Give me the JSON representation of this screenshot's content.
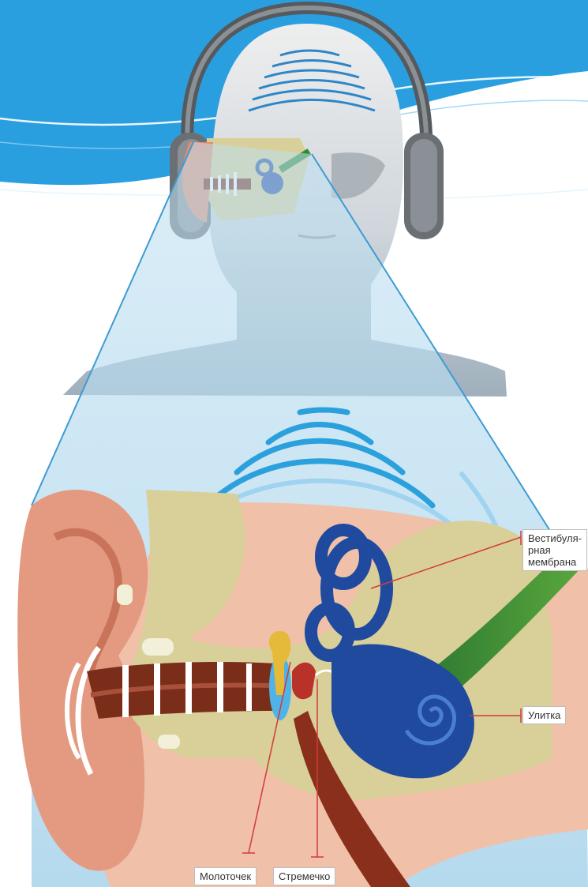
{
  "labels": {
    "vestibular_line1": "Вестибуля-",
    "vestibular_line2": "рная",
    "vestibular_line3": "мембрана",
    "cochlea": "Улитка",
    "malleus": "Молоточек",
    "stapes": "Стремечко"
  },
  "colors": {
    "slide_blue": "#2a9fe0",
    "projection_blue": "#a8d3ea",
    "sound_wave": "#2e86c8",
    "bone": "#d9cf98",
    "skin": "#e8a48a",
    "canal": "#7a2e1a",
    "cochlea": "#1f4a9e",
    "nerve": "#2f7d3a",
    "leader_line": "#d23a3a"
  }
}
